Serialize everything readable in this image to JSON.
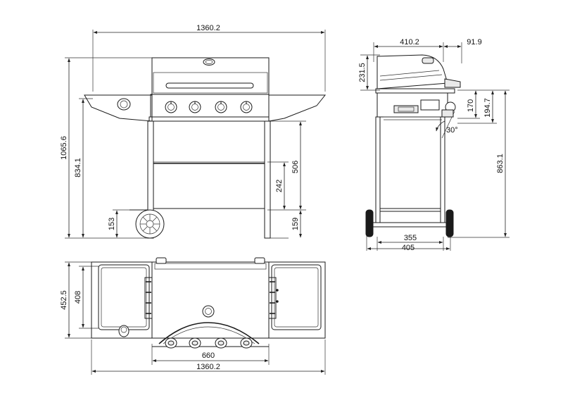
{
  "dimensions": {
    "front_overall_width": "1360.2",
    "front_overall_height": "1065.6",
    "front_table_height": "834.1",
    "front_cabinet_height": "506",
    "front_door_height": "242",
    "front_wheel_height_left": "153",
    "front_wheel_height_right": "159",
    "side_depth_top": "410.2",
    "side_handle_offset": "91.9",
    "side_lid_height": "231.5",
    "side_knob_height": "170",
    "side_knob_total": "194.7",
    "side_angle": "30°",
    "side_table_height": "863.1",
    "side_base_inner": "355",
    "side_base_outer": "405",
    "top_depth_outer": "452.5",
    "top_depth_inner": "408",
    "top_body_width": "660",
    "top_overall_width": "1360.2"
  }
}
